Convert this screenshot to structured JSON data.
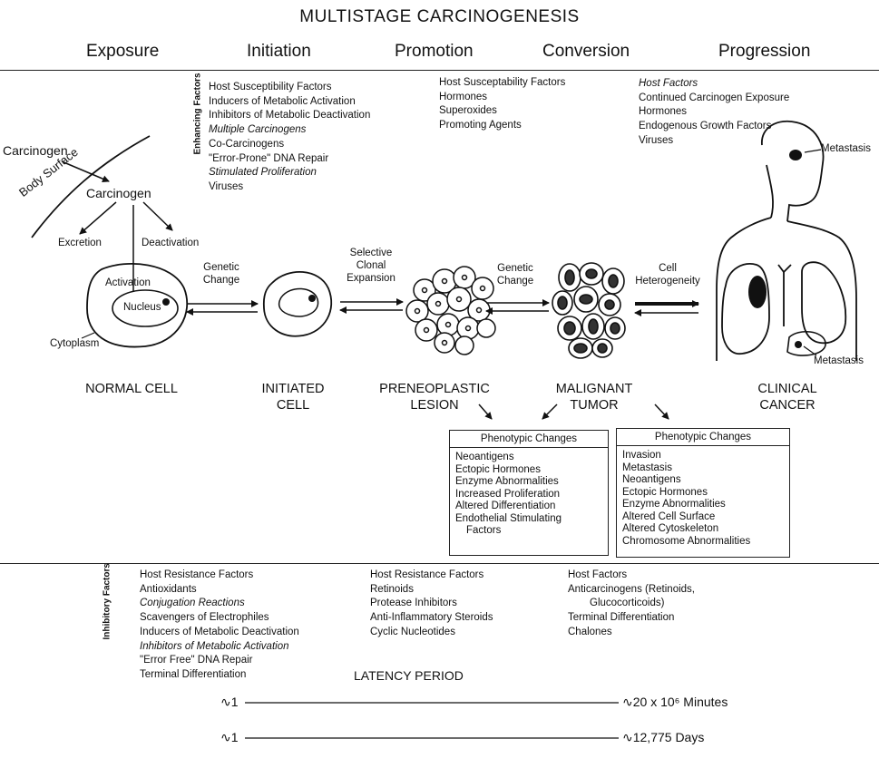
{
  "title": "MULTISTAGE CARCINOGENESIS",
  "stages": [
    "Exposure",
    "Initiation",
    "Promotion",
    "Conversion",
    "Progression"
  ],
  "enhancing_label": "Enhancing Factors",
  "enhancing": {
    "initiation": [
      "Host Susceptibility Factors",
      "Inducers of Metabolic Activation",
      "Inhibitors of Metabolic Deactivation",
      "Multiple Carcinogens",
      "Co-Carcinogens",
      "\"Error-Prone\" DNA Repair",
      "Stimulated Proliferation",
      "Viruses"
    ],
    "promotion": [
      "Host Susceptability Factors",
      "Hormones",
      "Superoxides",
      "Promoting Agents"
    ],
    "progression": [
      "Host Factors",
      "Continued Carcinogen Exposure",
      "Hormones",
      "Endogenous Growth Factors",
      "Viruses"
    ]
  },
  "exposure": {
    "carcinogen_outer": "Carcinogen",
    "body_surface": "Body Surface",
    "carcinogen_inner": "Carcinogen",
    "excretion": "Excretion",
    "deactivation": "Deactivation",
    "activation": "Activation",
    "nucleus": "Nucleus",
    "cytoplasm": "Cytoplasm"
  },
  "transitions": {
    "t1": [
      "Genetic",
      "Change"
    ],
    "t2": [
      "Selective",
      "Clonal",
      "Expansion"
    ],
    "t3": [
      "Genetic",
      "Change"
    ],
    "t4": [
      "Cell",
      "Heterogeneity"
    ]
  },
  "cells": {
    "normal": "NORMAL CELL",
    "initiated": [
      "INITIATED",
      "CELL"
    ],
    "preneoplastic": [
      "PRENEOPLASTIC",
      "LESION"
    ],
    "malignant": [
      "MALIGNANT",
      "TUMOR"
    ],
    "clinical": [
      "CLINICAL",
      "CANCER"
    ]
  },
  "metastasis_top": "Metastasis",
  "metastasis_bottom": "Metastasis",
  "phenotypic_box1": {
    "header": "Phenotypic Changes",
    "items": [
      "Neoantigens",
      "Ectopic Hormones",
      "Enzyme Abnormalities",
      "Increased Proliferation",
      "Altered Differentiation",
      "Endothelial Stimulating",
      "Factors"
    ]
  },
  "phenotypic_box2": {
    "header": "Phenotypic Changes",
    "items": [
      "Invasion",
      "Metastasis",
      "Neoantigens",
      "Ectopic Hormones",
      "Enzyme Abnormalities",
      "Altered Cell Surface",
      "Altered Cytoskeleton",
      "Chromosome Abnormalities"
    ]
  },
  "inhibitory_label": "Inhibitory Factors",
  "inhibitory": {
    "col1": [
      "Host Resistance Factors",
      "Antioxidants",
      "Conjugation Reactions",
      "Scavengers of Electrophiles",
      "Inducers of Metabolic Deactivation",
      "Inhibitors of Metabolic Activation",
      "\"Error Free\" DNA Repair",
      "Terminal Differentiation"
    ],
    "col2": [
      "Host Resistance Factors",
      "Retinoids",
      "Protease Inhibitors",
      "Anti-Inflammatory Steroids",
      "Cyclic Nucleotides"
    ],
    "col3": [
      "Host Factors",
      "Anticarcinogens (Retinoids,",
      "Glucocorticoids)",
      "Terminal Differentiation",
      "Chalones"
    ]
  },
  "latency": {
    "title": "LATENCY PERIOD",
    "row1_left": "∿1",
    "row1_right": "∿20 x 10⁶ Minutes",
    "row2_left": "∿1",
    "row2_right": "∿12,775 Days"
  }
}
